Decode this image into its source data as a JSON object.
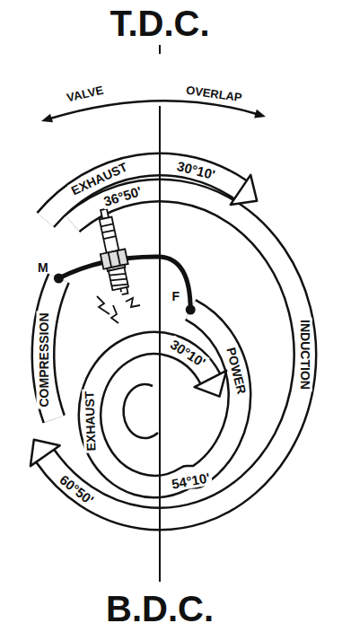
{
  "diagram": {
    "labels": [
      "T.D.C.",
      "B.D.C.",
      "VALVE",
      "OVERLAP",
      "EXHAUST",
      "30°10'",
      "36°50'",
      "M",
      "F",
      "COMPRESSION",
      "INDUCTION",
      "POWER",
      "EXHAUST",
      "30°10'",
      "54°10'",
      "60°50'"
    ]
  }
}
